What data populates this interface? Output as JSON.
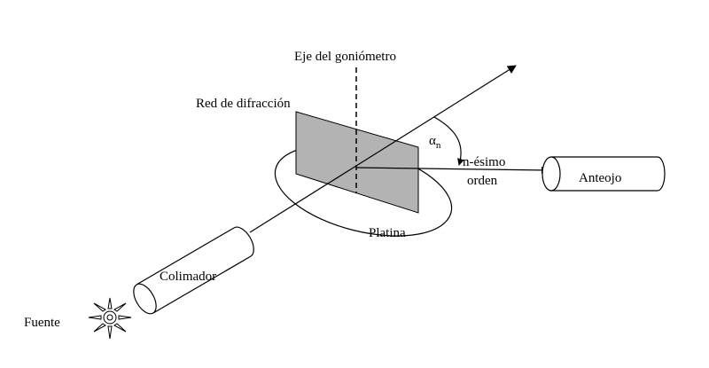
{
  "labels": {
    "axis": "Eje del goniómetro",
    "grating": "Red de difracción",
    "angle_symbol": "α",
    "angle_subscript": "n",
    "order_line1": "n-ésimo",
    "order_line2": "orden",
    "telescope": "Anteojo",
    "stage": "Platina",
    "collimator": "Colimador",
    "source": "Fuente"
  },
  "colors": {
    "grating_fill": "#b3b3b3",
    "line": "#000000",
    "background": "#ffffff"
  }
}
